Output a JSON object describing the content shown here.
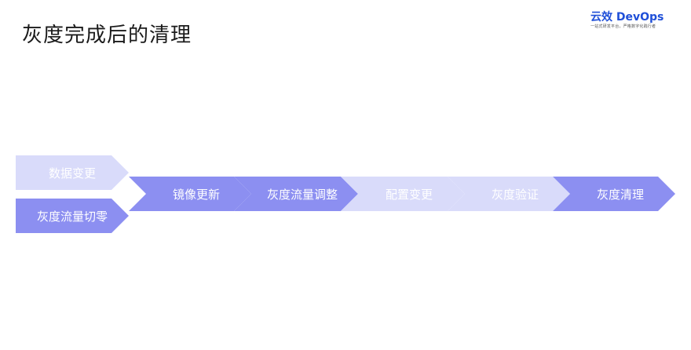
{
  "title": "灰度完成后的清理",
  "brand": {
    "name": "云效 DevOps",
    "slogan": "一站式研发平台，严格数字化践行者"
  },
  "colors": {
    "dark_step": "#8c8ff1",
    "light_step": "#d9dbfa",
    "brand": "#1f4fd8"
  },
  "steps": {
    "data_change": "数据变更",
    "traffic_cutoff": "灰度流量切零",
    "image_update": "镜像更新",
    "traffic_adjust": "灰度流量调整",
    "config_change": "配置变更",
    "gray_verify": "灰度验证",
    "gray_cleanup": "灰度清理"
  }
}
